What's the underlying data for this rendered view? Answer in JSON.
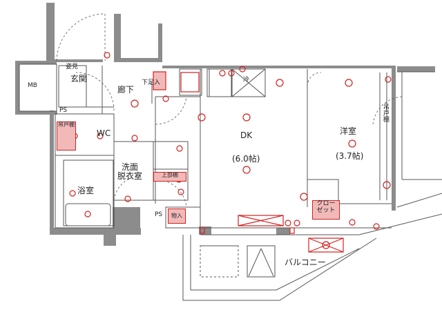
{
  "rooms": {
    "mb": "MB",
    "entrance_storage": "下足入",
    "genkan_mirror": "姿見",
    "genkan": "玄関",
    "hallway": "廊下",
    "ps_top": "PS",
    "storage_wc": "吊戸棚",
    "wc": "WC",
    "washroom": "洗面\n脱衣室",
    "upper_cabinet": "上部棚",
    "bathroom": "浴室",
    "ps_bottom": "PS",
    "storage_in": "物入",
    "dk_name": "DK",
    "dk_size": "(6.0帖)",
    "western_name": "洋室",
    "western_size": "(3.7帖)",
    "closet": "クロー\nゼット",
    "balcony": "バルコニー",
    "fridge": "冷",
    "hanger": "吊戸棚"
  },
  "colors": {
    "wall": "#8c8c8c",
    "line": "#555555",
    "accent": "#d22020",
    "tag_fill": "#f2b9b9"
  }
}
